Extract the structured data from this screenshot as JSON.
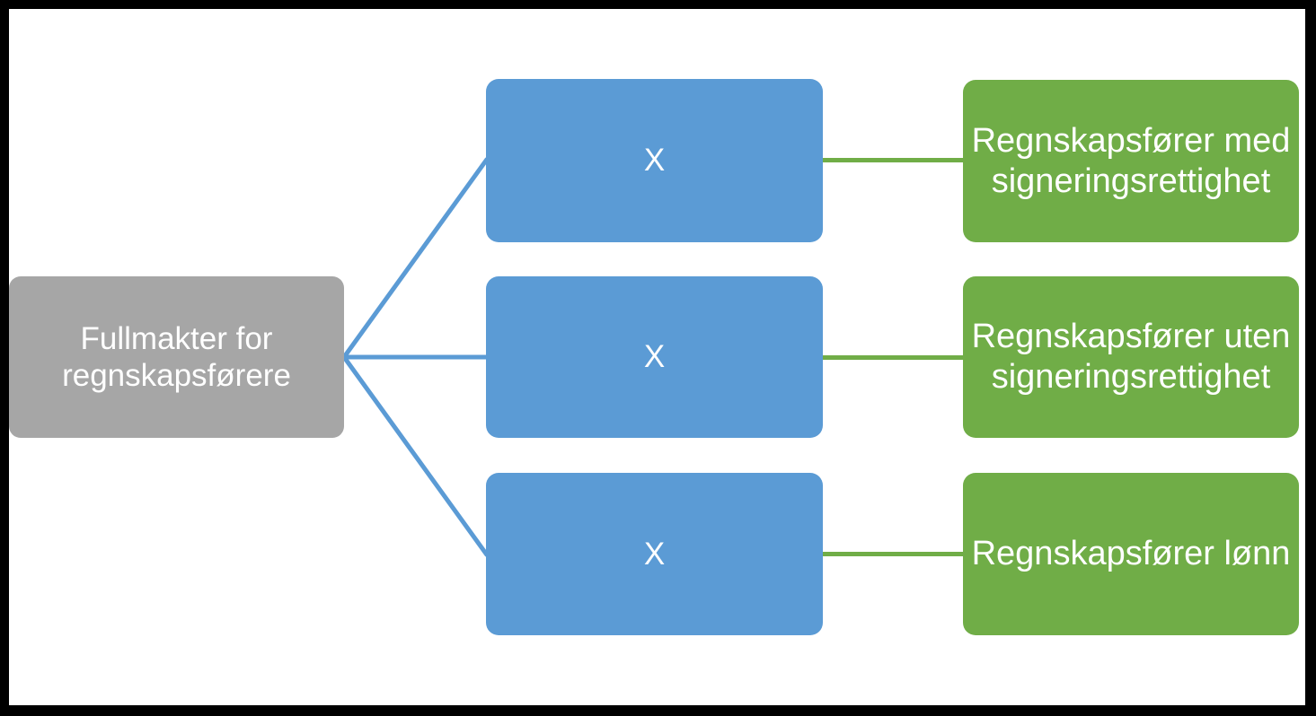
{
  "diagram": {
    "title": "Fullmakter for regnskapsførere",
    "colors": {
      "root_fill": "#A6A6A6",
      "mid_fill": "#5B9BD5",
      "leaf_fill": "#70AD47",
      "connector_blue": "#5B9BD5",
      "connector_green": "#70AD47",
      "frame": "#000000",
      "canvas": "#FFFFFF",
      "text": "#FFFFFF"
    },
    "root": {
      "label": "Fullmakter for regnskapsførere"
    },
    "rows": [
      {
        "middle_label": "X",
        "leaf_label": "Regnskapsfører med signeringsrettighet"
      },
      {
        "middle_label": "X",
        "leaf_label": "Regnskapsfører uten signeringsrettighet"
      },
      {
        "middle_label": "X",
        "leaf_label": "Regnskapsfører lønn"
      }
    ]
  }
}
